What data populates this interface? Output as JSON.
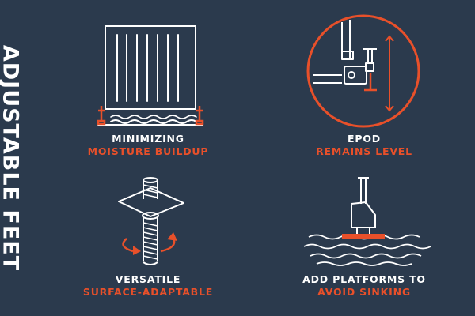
{
  "side_title": "ADJUSTABLE FEET",
  "colors": {
    "background": "#2b3a4d",
    "line": "#ffffff",
    "accent": "#e8502a"
  },
  "panels": [
    {
      "line1": "MINIMIZING",
      "line2": "MOISTURE BUILDUP",
      "icon": "raised-panel-on-feet-icon"
    },
    {
      "line1": "EPOD",
      "line2": "REMAINS LEVEL",
      "icon": "leveling-foot-detail-icon"
    },
    {
      "line1": "VERSATILE",
      "line2": "SURFACE-ADAPTABLE",
      "icon": "threaded-rod-plate-icon"
    },
    {
      "line1": "ADD PLATFORMS TO",
      "line2": "AVOID SINKING",
      "icon": "foot-on-platform-icon"
    }
  ]
}
